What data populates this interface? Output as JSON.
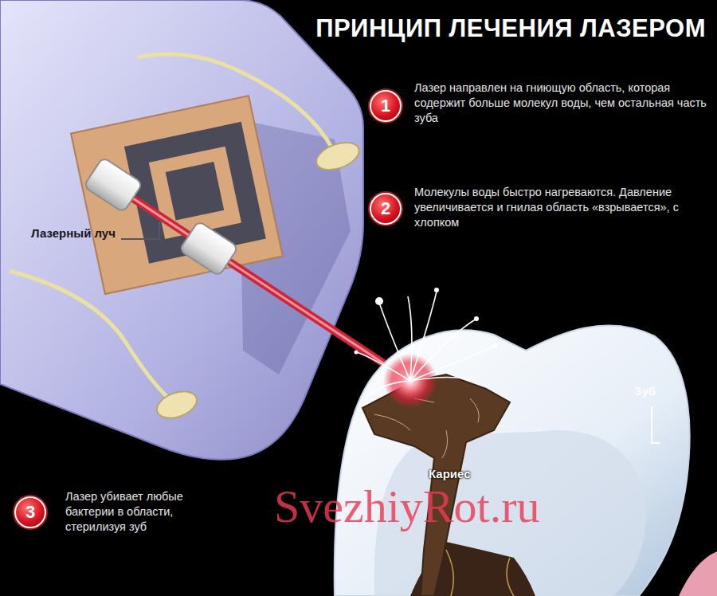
{
  "diagram": {
    "title": "ПРИНЦИП ЛЕЧЕНИЯ ЛАЗЕРОМ",
    "nodes": [
      {
        "text": [
          "1"
        ]
      },
      {
        "text": [
          "2"
        ]
      },
      {
        "text": [
          "3"
        ]
      }
    ],
    "labels": [
      "Лазер направлен на гниющую область, которая содержит больше молекул воды, чем остальная часть зуба",
      "Молекулы воды быстро нагреваются. Давление увеличивается и гнилая область «взрывается», с хлопком",
      "Лазерный луч",
      "Зуб",
      "Кариес",
      "SvezhiyRot.ru",
      "Лазер убивает любые бактерии в области, стерилизуя зуб"
    ]
  }
}
